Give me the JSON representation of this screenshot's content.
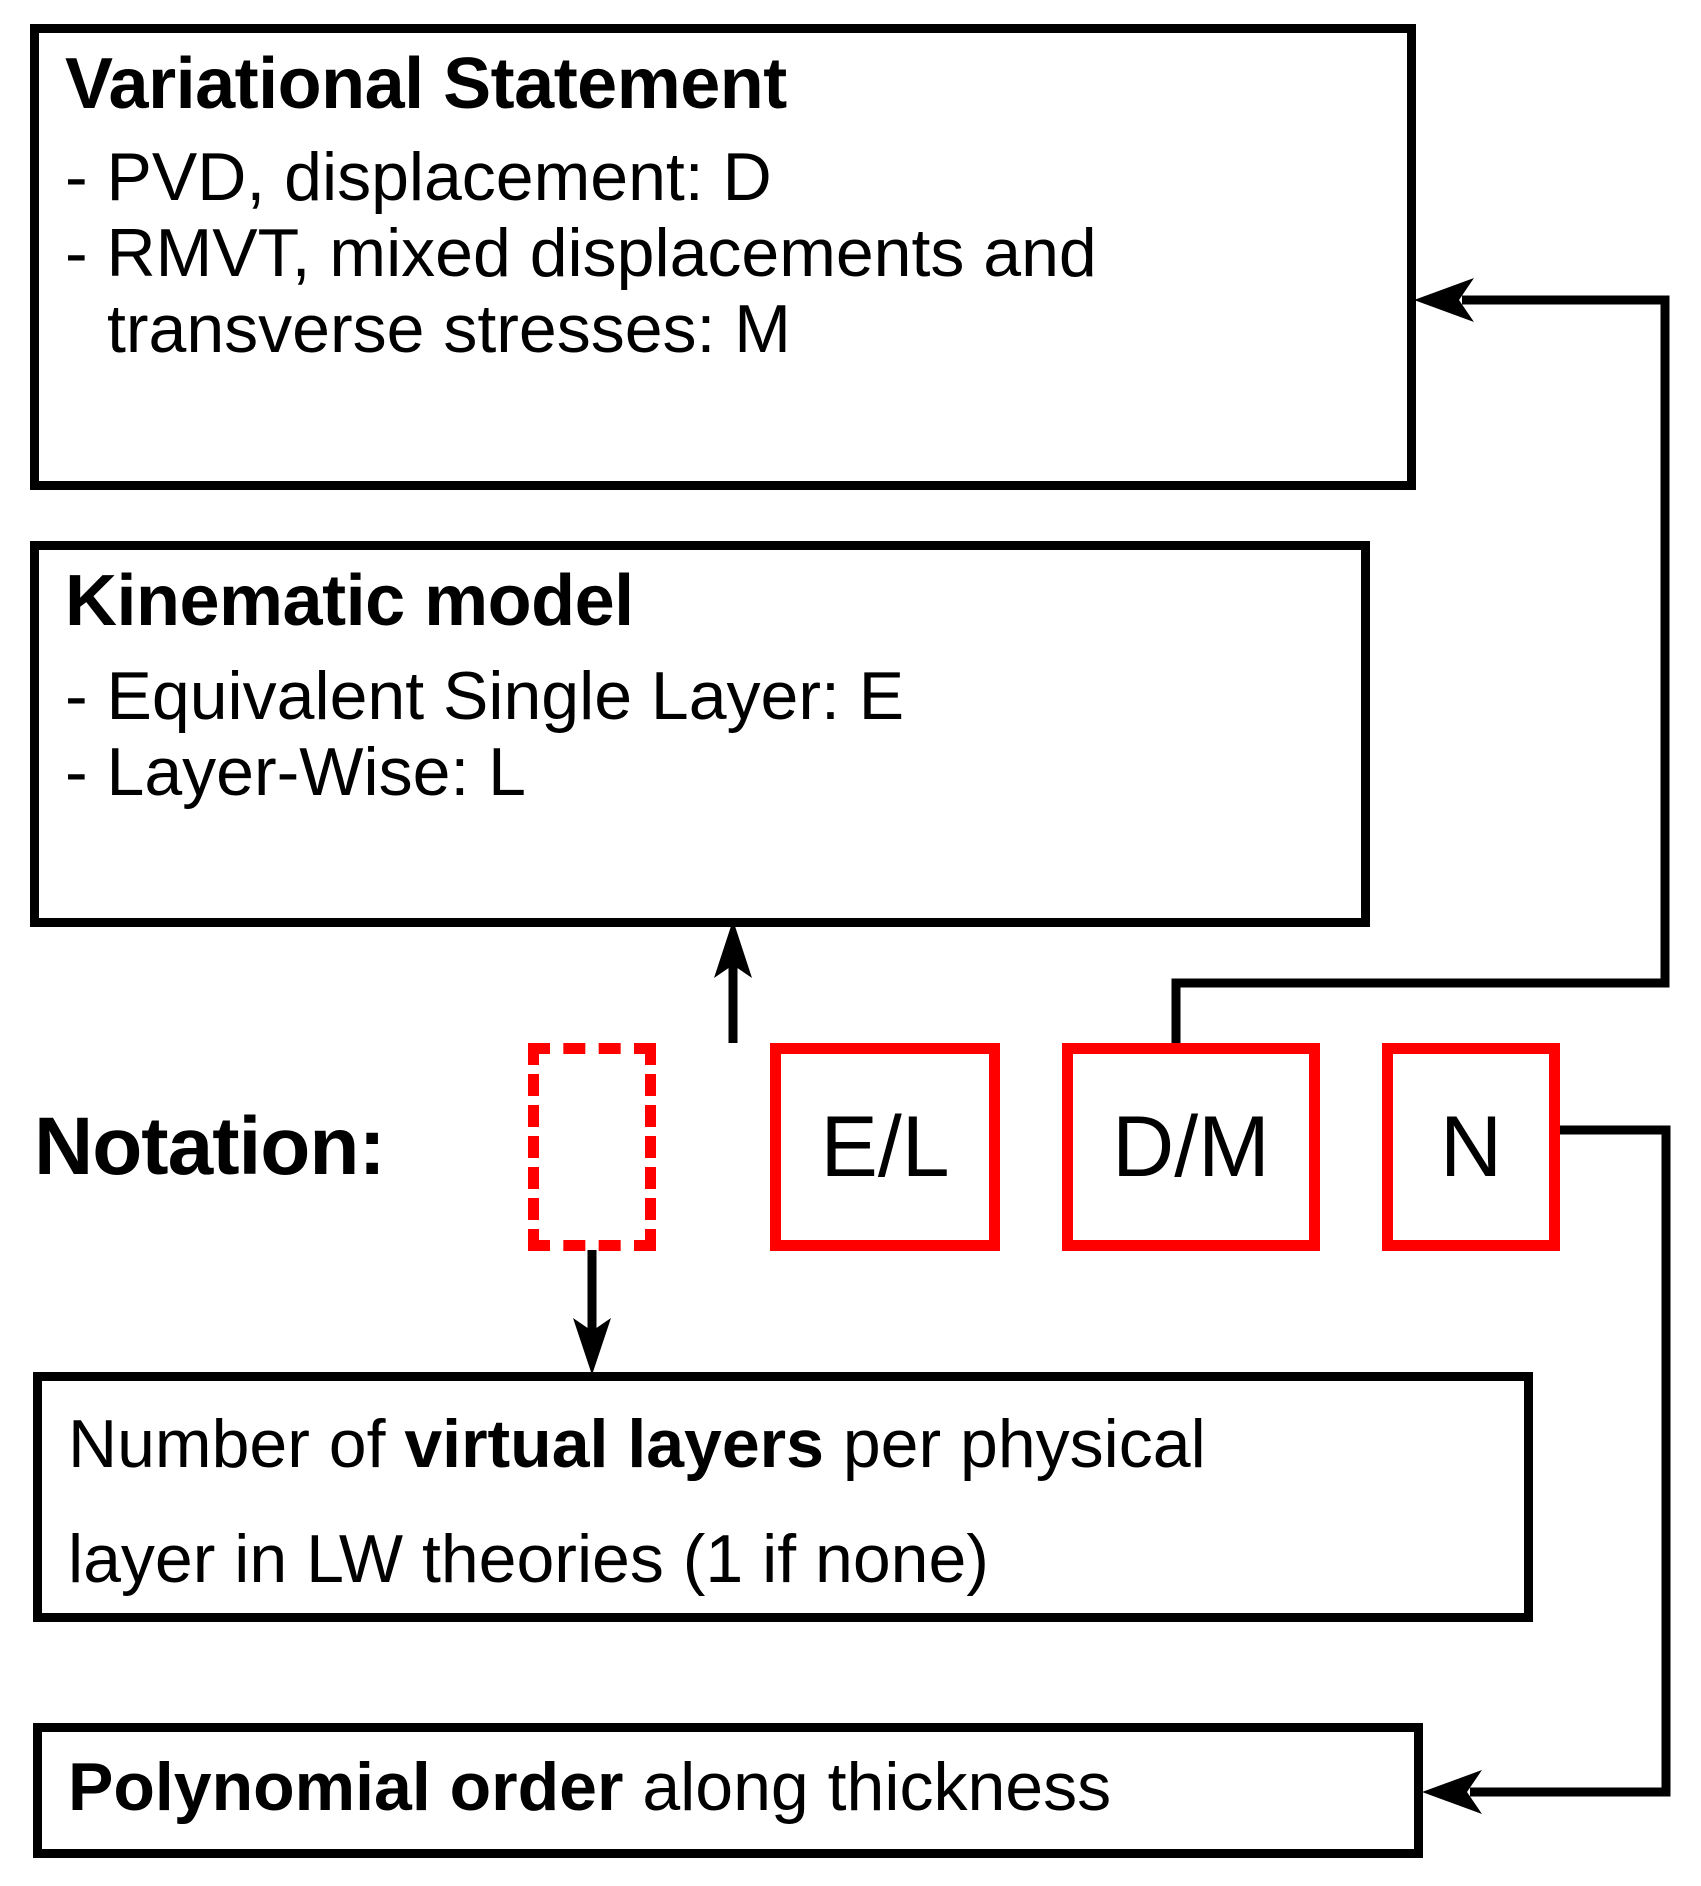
{
  "diagram": {
    "title_not_shown": "",
    "colors": {
      "accent_red": "#ff0000",
      "line_black": "#000000",
      "background": "#ffffff"
    },
    "boxes": {
      "variational": {
        "title": "Variational Statement",
        "lines": [
          "- PVD, displacement: D",
          "- RMVT, mixed displacements and",
          "transverse stresses: M"
        ]
      },
      "kinematic": {
        "title": "Kinematic model",
        "lines": [
          "- Equivalent Single Layer: E",
          "- Layer-Wise: L"
        ]
      },
      "virtual_layers_desc": {
        "line1_a": "Number of ",
        "line1_b": "virtual layers",
        "line1_c": " per physical",
        "line2": "layer in LW theories (1 if none)"
      },
      "polynomial_desc": {
        "bold": "Polynomial order",
        "rest": " along thickness"
      }
    },
    "notation": {
      "label": "Notation:",
      "cells": [
        {
          "id": "virtual-layers",
          "text": "",
          "border": "dashed",
          "color": "#ff0000"
        },
        {
          "id": "kinematic-model",
          "text": "E/L",
          "border": "solid",
          "color": "#ff0000"
        },
        {
          "id": "variational-statement",
          "text": "D/M",
          "border": "solid",
          "color": "#ff0000"
        },
        {
          "id": "polynomial-order",
          "text": "N",
          "border": "solid",
          "color": "#ff0000"
        }
      ]
    },
    "connectors": [
      {
        "name": "el-to-kinematic",
        "from": "E/L cell",
        "to": "Kinematic model box",
        "arrow": "up"
      },
      {
        "name": "dm-to-variational",
        "from": "D/M cell",
        "to": "Variational Statement box",
        "arrow": "left"
      },
      {
        "name": "virtual-to-desc",
        "from": "dashed cell",
        "to": "virtual layers description box",
        "arrow": "down"
      },
      {
        "name": "n-to-polynomial",
        "from": "N cell",
        "to": "Polynomial order box",
        "arrow": "left"
      }
    ]
  }
}
